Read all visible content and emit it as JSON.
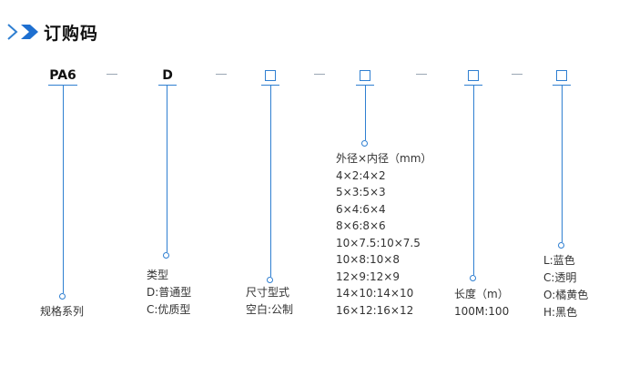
{
  "header": {
    "title": "订购码"
  },
  "codes": {
    "c1": "PA6",
    "c2": "D",
    "c3": "□",
    "c4": "□",
    "c5": "□",
    "c6": "□"
  },
  "descriptions": {
    "series": "规格系列",
    "type": [
      "类型",
      "D:普通型",
      "C:优质型"
    ],
    "size": [
      "尺寸型式",
      "空白:公制"
    ],
    "diameter": [
      "外径×内径（mm）",
      "4×2:4×2",
      "5×3:5×3",
      "6×4:6×4",
      "8×6:8×6",
      "10×7.5:10×7.5",
      "10×8:10×8",
      "12×9:12×9",
      "14×10:14×10",
      "16×12:16×12"
    ],
    "length": [
      "长度（m）",
      "100M:100"
    ],
    "color": [
      "L:蓝色",
      "C:透明",
      "O:橘黄色",
      "H:黑色"
    ]
  }
}
